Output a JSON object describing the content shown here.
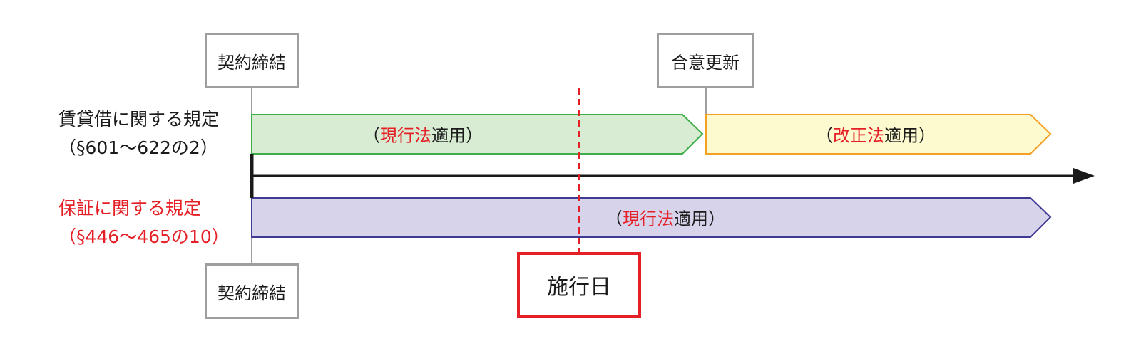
{
  "milestones": {
    "contract_top": "契約締結",
    "renewal": "合意更新",
    "contract_bottom": "契約締結"
  },
  "lease": {
    "title": "賃貸借に関する規定",
    "sections": "（§601〜622の2）",
    "band_current": {
      "open": "（",
      "law": "現行法",
      "suffix": "適用）"
    },
    "band_revised": {
      "open": "（",
      "law": "改正法",
      "suffix": "適用）"
    }
  },
  "guarantee": {
    "title": "保証に関する規定",
    "sections": "（§446〜465の10）",
    "band_current": {
      "open": "（",
      "law": "現行法",
      "suffix": "適用）"
    }
  },
  "effective_date": "施行日",
  "colors": {
    "red": "#e51f26",
    "green_fill": "#d7ecd3",
    "green_stroke": "#3fae49",
    "yellow_fill": "#fdfad0",
    "orange_stroke": "#f4a024",
    "purple_fill": "#d6d3ea",
    "purple_stroke": "#3f3a92",
    "gray": "#9e9e9e"
  }
}
